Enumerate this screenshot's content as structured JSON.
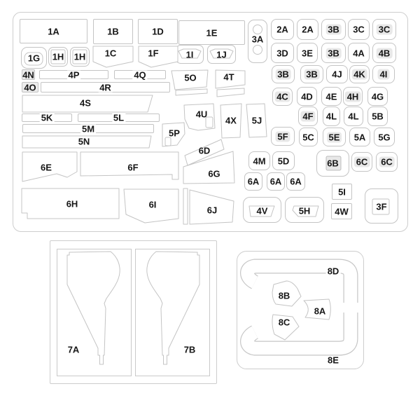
{
  "colors": {
    "piece_outline": "#c4c4c4",
    "panel_outline": "#cdcdcd",
    "label_text": "#161616",
    "backing_gray": "#e8e8e8",
    "muted_fill": "#ececec",
    "band_outline": "#c6c6c6"
  },
  "sheets": {
    "top": {
      "pieces": [
        {
          "key": "p1A",
          "label": "1A"
        },
        {
          "key": "p1B",
          "label": "1B"
        },
        {
          "key": "p1D",
          "label": "1D"
        },
        {
          "key": "p1E",
          "label": "1E"
        },
        {
          "key": "p1G",
          "label": "1G"
        },
        {
          "key": "p1H_a",
          "label": "1H"
        },
        {
          "key": "p1H_b",
          "label": "1H"
        },
        {
          "key": "p1C",
          "label": "1C"
        },
        {
          "key": "p1F",
          "label": "1F"
        },
        {
          "key": "p1I",
          "label": "1I"
        },
        {
          "key": "p1J",
          "label": "1J"
        },
        {
          "key": "p3A",
          "label": "3A"
        },
        {
          "key": "p4N",
          "label": "4N"
        },
        {
          "key": "p4P",
          "label": "4P"
        },
        {
          "key": "p4Q",
          "label": "4Q"
        },
        {
          "key": "p5O",
          "label": "5O"
        },
        {
          "key": "p4T",
          "label": "4T"
        },
        {
          "key": "p4O",
          "label": "4O"
        },
        {
          "key": "p4R",
          "label": "4R"
        },
        {
          "key": "p4S",
          "label": "4S"
        },
        {
          "key": "p5K",
          "label": "5K"
        },
        {
          "key": "p5L",
          "label": "5L"
        },
        {
          "key": "p5M",
          "label": "5M"
        },
        {
          "key": "p5N",
          "label": "5N"
        },
        {
          "key": "p4U",
          "label": "4U"
        },
        {
          "key": "p4X",
          "label": "4X"
        },
        {
          "key": "p5J",
          "label": "5J"
        },
        {
          "key": "p5P",
          "label": "5P"
        },
        {
          "key": "p6D",
          "label": "6D"
        },
        {
          "key": "p6E",
          "label": "6E"
        },
        {
          "key": "p6F",
          "label": "6F"
        },
        {
          "key": "p6G",
          "label": "6G"
        },
        {
          "key": "p6H",
          "label": "6H"
        },
        {
          "key": "p6I",
          "label": "6I"
        },
        {
          "key": "p6J",
          "label": "6J"
        },
        {
          "key": "p2A_a",
          "label": "2A"
        },
        {
          "key": "p2A_b",
          "label": "2A"
        },
        {
          "key": "p3B_a",
          "label": "3B"
        },
        {
          "key": "p3C_a",
          "label": "3C"
        },
        {
          "key": "p3C_b",
          "label": "3C"
        },
        {
          "key": "p3D",
          "label": "3D"
        },
        {
          "key": "p3E",
          "label": "3E"
        },
        {
          "key": "p3B_b",
          "label": "3B"
        },
        {
          "key": "p4A",
          "label": "4A"
        },
        {
          "key": "p4B",
          "label": "4B"
        },
        {
          "key": "p3B_c",
          "label": "3B"
        },
        {
          "key": "p3B_d",
          "label": "3B"
        },
        {
          "key": "p4J",
          "label": "4J"
        },
        {
          "key": "p4K",
          "label": "4K"
        },
        {
          "key": "p4I",
          "label": "4I"
        },
        {
          "key": "p4C",
          "label": "4C"
        },
        {
          "key": "p4D",
          "label": "4D"
        },
        {
          "key": "p4E",
          "label": "4E"
        },
        {
          "key": "p4H",
          "label": "4H"
        },
        {
          "key": "p4G",
          "label": "4G"
        },
        {
          "key": "p4F",
          "label": "4F"
        },
        {
          "key": "p4L_a",
          "label": "4L"
        },
        {
          "key": "p4L_b",
          "label": "4L"
        },
        {
          "key": "p5B",
          "label": "5B"
        },
        {
          "key": "p5F",
          "label": "5F"
        },
        {
          "key": "p5C",
          "label": "5C"
        },
        {
          "key": "p5E",
          "label": "5E"
        },
        {
          "key": "p5A",
          "label": "5A"
        },
        {
          "key": "p5G",
          "label": "5G"
        },
        {
          "key": "p4M",
          "label": "4M"
        },
        {
          "key": "p5D",
          "label": "5D"
        },
        {
          "key": "p6B",
          "label": "6B"
        },
        {
          "key": "p6C_a",
          "label": "6C"
        },
        {
          "key": "p6C_b",
          "label": "6C"
        },
        {
          "key": "p6A_a",
          "label": "6A"
        },
        {
          "key": "p6A_b",
          "label": "6A"
        },
        {
          "key": "p6A_c",
          "label": "6A"
        },
        {
          "key": "p5I",
          "label": "5I"
        },
        {
          "key": "p4W",
          "label": "4W"
        },
        {
          "key": "p4V",
          "label": "4V"
        },
        {
          "key": "p5H",
          "label": "5H"
        },
        {
          "key": "p3F",
          "label": "3F"
        }
      ]
    },
    "bottom_left": {
      "pieces": [
        {
          "key": "p7A",
          "label": "7A"
        },
        {
          "key": "p7B",
          "label": "7B"
        }
      ]
    },
    "bottom_right": {
      "pieces": [
        {
          "key": "p8A",
          "label": "8A"
        },
        {
          "key": "p8B",
          "label": "8B"
        },
        {
          "key": "p8C",
          "label": "8C"
        },
        {
          "key": "p8D",
          "label": "8D"
        },
        {
          "key": "p8E",
          "label": "8E"
        }
      ]
    }
  }
}
